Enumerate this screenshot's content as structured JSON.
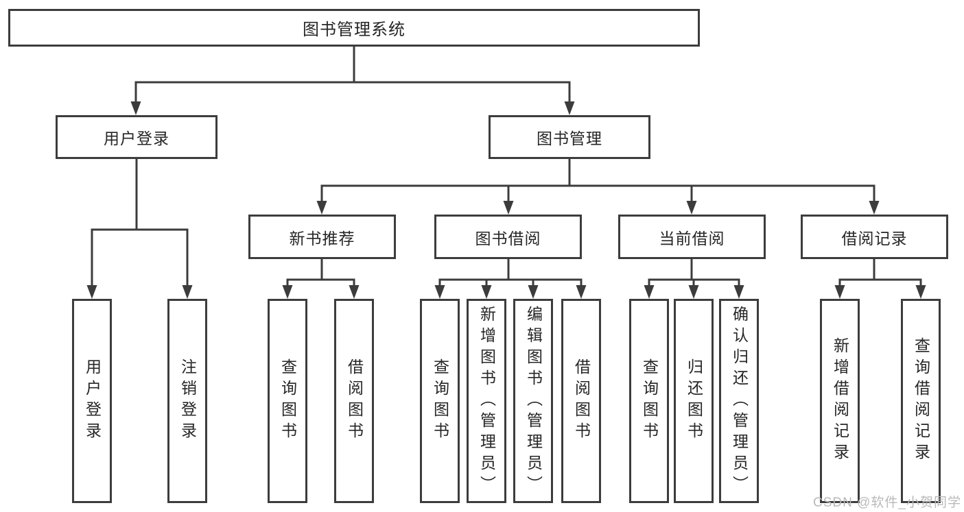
{
  "colors": {
    "line": "#3C3C3C",
    "text": "#262626",
    "background": "#FFFFFF",
    "watermark": "#B9B9B9"
  },
  "tree": {
    "root": "图书管理系统",
    "branches": [
      {
        "label": "用户登录",
        "children": [
          "用户登录",
          "注销登录"
        ]
      },
      {
        "label": "图书管理",
        "groups": [
          {
            "label": "新书推荐",
            "children": [
              "查询图书",
              "借阅图书"
            ]
          },
          {
            "label": "图书借阅",
            "children": [
              "查询图书",
              "新增图书（管理员）",
              "编辑图书（管理员）",
              "借阅图书"
            ]
          },
          {
            "label": "当前借阅",
            "children": [
              "查询图书",
              "归还图书",
              "确认归还（管理员）"
            ]
          },
          {
            "label": "借阅记录",
            "children": [
              "新增借阅记录",
              "查询借阅记录"
            ]
          }
        ]
      }
    ]
  },
  "watermark": "CSDN @软件_小贺同学"
}
